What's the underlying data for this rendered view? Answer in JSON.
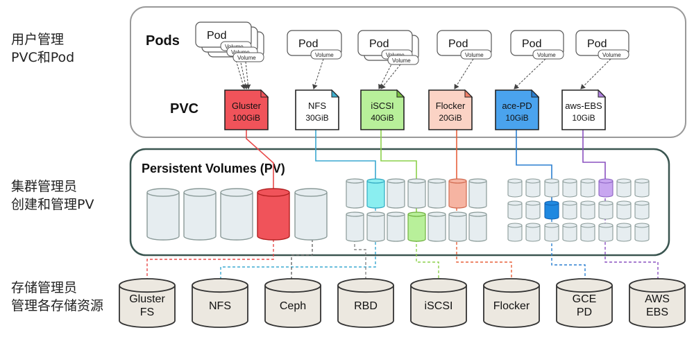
{
  "left_labels": {
    "user": [
      "用户管理",
      "PVC和Pod"
    ],
    "admin": [
      "集群管理员",
      "创建和管理PV"
    ],
    "storage": [
      "存储管理员",
      "管理各存储资源"
    ]
  },
  "top_panel": {
    "pods_label": "Pods",
    "pvc_label": "PVC"
  },
  "pv_panel": {
    "title": "Persistent Volumes (PV)"
  },
  "pod_label": "Pod",
  "volume_label": "Volume",
  "pvcs": [
    {
      "name": "Gluster",
      "size": "100GiB",
      "color": "#f0535a",
      "corner": "#f0535a"
    },
    {
      "name": "NFS",
      "size": "30GiB",
      "color": "#ffffff",
      "corner": "#3fb0d0"
    },
    {
      "name": "iSCSI",
      "size": "40GiB",
      "color": "#b8f09a",
      "corner": "#78c040"
    },
    {
      "name": "Flocker",
      "size": "20GiB",
      "color": "#fbd3c5",
      "corner": "#f08068"
    },
    {
      "name": "ace-PD",
      "size": "10GiB",
      "color": "#4aa3ee",
      "corner": "#2b7fd0"
    },
    {
      "name": "aws-EBS",
      "size": "10GiB",
      "color": "#ffffff",
      "corner": "#b080e0"
    }
  ],
  "storage": [
    [
      "Gluster",
      "FS"
    ],
    [
      "NFS"
    ],
    [
      "Ceph"
    ],
    [
      "RBD"
    ],
    [
      "iSCSI"
    ],
    [
      "Flocker"
    ],
    [
      "GCE",
      "PD"
    ],
    [
      "AWS",
      "EBS"
    ]
  ],
  "colors": {
    "gluster": "#e84a4a",
    "nfs": "#3aa8d0",
    "iscsi": "#8cd04a",
    "flocker": "#e8603a",
    "gce": "#2a7fd0",
    "aws": "#8a50c0",
    "ceph": "#666666",
    "rbd": "#888888"
  }
}
